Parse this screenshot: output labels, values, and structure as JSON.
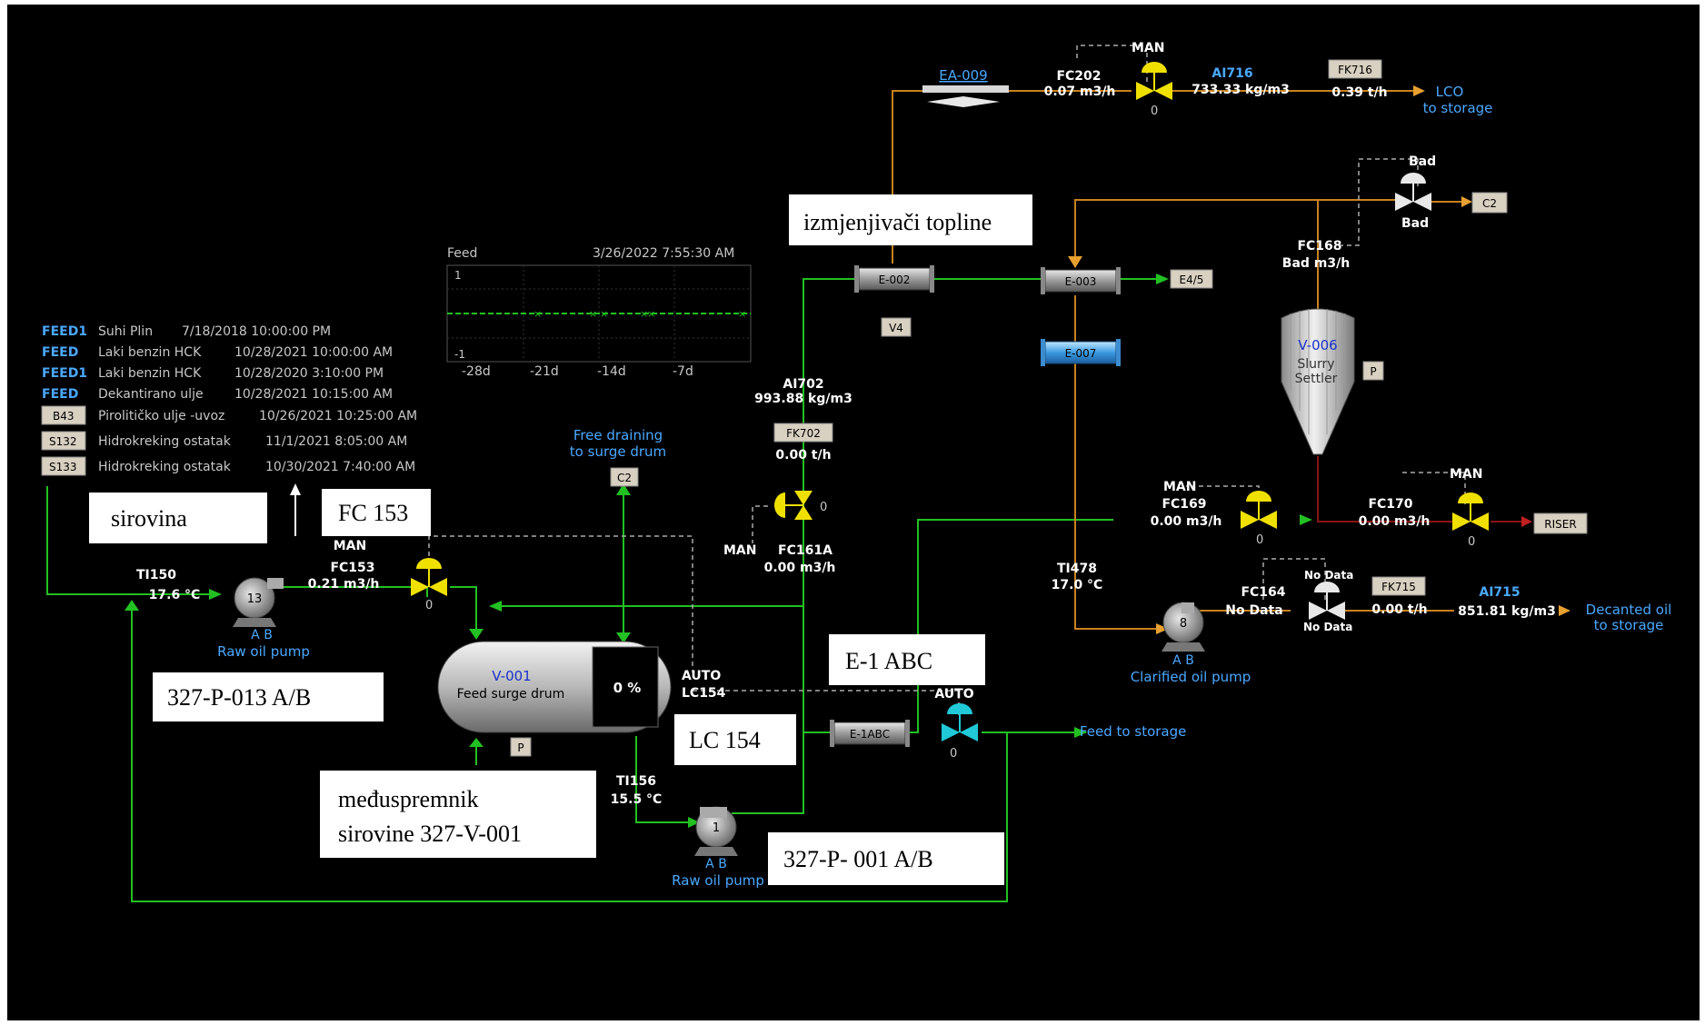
{
  "feed_list": [
    {
      "tag": "FEED1",
      "name": "Suhi Plin",
      "time": "7/18/2018 10:00:00 PM"
    },
    {
      "tag": "FEED",
      "name": "Laki benzin HCK",
      "time": "10/28/2021 10:00:00 AM"
    },
    {
      "tag": "FEED1",
      "name": "Laki benzin HCK",
      "time": "10/28/2020 3:10:00 PM"
    },
    {
      "tag": "FEED",
      "name": "Dekantirano ulje",
      "time": "10/28/2021 10:15:00 AM"
    },
    {
      "tag": "B43",
      "name": "Pirolitičko ulje -uvoz",
      "time": "10/26/2021 10:25:00 AM"
    },
    {
      "tag": "S132",
      "name": "Hidrokreking ostatak",
      "time": "11/1/2021 8:05:00 AM"
    },
    {
      "tag": "S133",
      "name": "Hidrokreking ostatak",
      "time": "10/30/2021 7:40:00 AM"
    }
  ],
  "trend": {
    "title": "Feed",
    "timestamp": "3/26/2022 7:55:30 AM",
    "y_max": "1",
    "y_min": "-1",
    "x_ticks": [
      "-28d",
      "-21d",
      "-14d",
      "-7d"
    ]
  },
  "tags": {
    "ti150_name": "TI150",
    "ti150_val": "17.6 °C",
    "fc153_name": "FC153",
    "fc153_val": "0.21 m3/h",
    "fc153_mode": "MAN",
    "fc153_out": "0",
    "p013_num": "13",
    "p013_ab": "A  B",
    "p013_label": "Raw oil pump",
    "v001_name": "V-001",
    "v001_desc": "Feed surge drum",
    "v001_level": "0 %",
    "v001_p": "P",
    "lc154_mode": "AUTO",
    "lc154_name": "LC154",
    "free_drain1": "Free draining",
    "free_drain2": "to surge drum",
    "c2_left": "C2",
    "ti156_name": "TI156",
    "ti156_val": "15.5 °C",
    "p001_num": "1",
    "p001_ab": "A  B",
    "p001_label": "Raw oil pump",
    "fc161a_mode": "MAN",
    "fc161a_name": "FC161A",
    "fc161a_val": "0.00 m3/h",
    "fc161a_out": "0",
    "ai702_name": "AI702",
    "ai702_val": "993.88 kg/m3",
    "fk702_name": "FK702",
    "fk702_val": "0.00 t/h",
    "e002": "E-002",
    "v4": "V4",
    "e003": "E-003",
    "e45": "E4/5",
    "e007": "E-007",
    "ea009": "EA-009",
    "fc202_name": "FC202",
    "fc202_val": "0.07 m3/h",
    "fc202_mode": "MAN",
    "fc202_out": "0",
    "ai716_name": "AI716",
    "ai716_val": "733.33 kg/m3",
    "fk716_name": "FK716",
    "fk716_val": "0.39 t/h",
    "lco1": "LCO",
    "lco2": "to storage",
    "bad_top": "Bad",
    "bad_bottom": "Bad",
    "c2_right": "C2",
    "fc168_name": "FC168",
    "fc168_val": "Bad m3/h",
    "v006_name": "V-006",
    "v006_desc1": "Slurry",
    "v006_desc2": "Settler",
    "v006_p": "P",
    "fc169_mode": "MAN",
    "fc169_name": "FC169",
    "fc169_val": "0.00 m3/h",
    "fc169_out": "0",
    "fc170_mode": "MAN",
    "fc170_name": "FC170",
    "fc170_val": "0.00 m3/h",
    "fc170_out": "0",
    "riser": "RISER",
    "ti478_name": "TI478",
    "ti478_val": "17.0 °C",
    "fc164_name": "FC164",
    "fc164_val": "No Data",
    "nodata_top": "No Data",
    "nodata_bottom": "No Data",
    "fk715_name": "FK715",
    "fk715_val": "0.00 t/h",
    "ai715_name": "AI715",
    "ai715_val": "851.81 kg/m3",
    "dec1": "Decanted oil",
    "dec2": "to storage",
    "p008_num": "8",
    "p008_ab": "A  B",
    "p008_label": "Clarified oil pump",
    "e1abc": "E-1ABC",
    "lv_mode": "AUTO",
    "lv_out": "0",
    "feed_storage": "Feed to storage"
  },
  "annotations": {
    "sirovina": "sirovina",
    "fc153": "FC 153",
    "p013": "327-P-013 A/B",
    "medjuspremnik1": "međuspremnik",
    "medjuspremnik2": "sirovine  327-V-001",
    "lc154": "LC 154",
    "e1abc": "E-1 ABC",
    "p001": "327-P- 001 A/B",
    "izmjenjivaci": "izmjenjivači topline"
  },
  "colors": {
    "background": "#000000",
    "green_line": "#22c022",
    "orange_line": "#c8821e",
    "dark_red_line": "#8a1414",
    "valve_yellow": "#f0e000",
    "valve_cyan": "#20c8d8",
    "blue_text": "#4aa8ff",
    "frame": "#ffffff"
  }
}
